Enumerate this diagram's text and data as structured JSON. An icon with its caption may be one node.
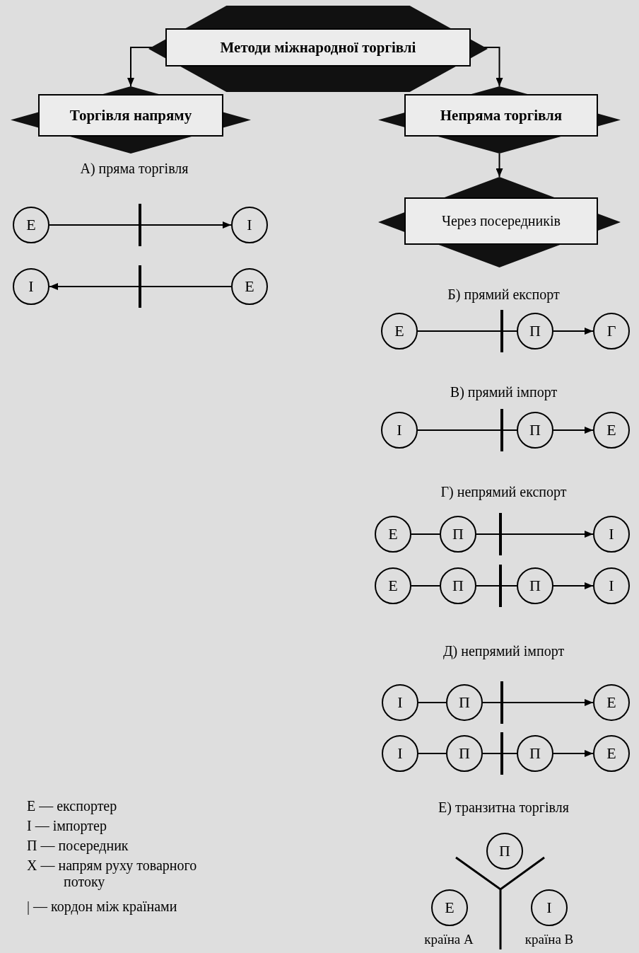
{
  "diagram": {
    "nodes": [
      {
        "text": [
          "Методи міжнародної торгівлі"
        ]
      },
      {
        "text": [
          "Торгівля напряму"
        ]
      },
      {
        "text": [
          "Непряма торгівля"
        ]
      },
      {
        "text": [
          "Через посередників"
        ]
      },
      {
        "text": [
          "Е"
        ]
      },
      {
        "text": [
          "І"
        ]
      },
      {
        "text": [
          "І"
        ]
      },
      {
        "text": [
          "Е"
        ]
      },
      {
        "text": [
          "Е"
        ]
      },
      {
        "text": [
          "П"
        ]
      },
      {
        "text": [
          "Г"
        ]
      },
      {
        "text": [
          "І"
        ]
      },
      {
        "text": [
          "П"
        ]
      },
      {
        "text": [
          "Е"
        ]
      },
      {
        "text": [
          "Е"
        ]
      },
      {
        "text": [
          "П"
        ]
      },
      {
        "text": [
          "І"
        ]
      },
      {
        "text": [
          "Е"
        ]
      },
      {
        "text": [
          "П"
        ]
      },
      {
        "text": [
          "П"
        ]
      },
      {
        "text": [
          "І"
        ]
      },
      {
        "text": [
          "І"
        ]
      },
      {
        "text": [
          "П"
        ]
      },
      {
        "text": [
          "Е"
        ]
      },
      {
        "text": [
          "І"
        ]
      },
      {
        "text": [
          "П"
        ]
      },
      {
        "text": [
          "П"
        ]
      },
      {
        "text": [
          "Е"
        ]
      },
      {
        "text": [
          "П"
        ]
      },
      {
        "text": [
          "Е"
        ]
      },
      {
        "text": [
          "І"
        ]
      }
    ],
    "edges": [
      {
        "from": 0,
        "to": 1,
        "arrow": "to"
      },
      {
        "from": 0,
        "to": 2,
        "arrow": "to"
      },
      {
        "from": 2,
        "to": 3,
        "arrow": "to"
      },
      {
        "from": 4,
        "to": 5,
        "arrow": "to"
      },
      {
        "from": 7,
        "to": 6,
        "arrow": "to"
      },
      {
        "from": 8,
        "to": 9,
        "arrow": "none"
      },
      {
        "from": 9,
        "to": 10,
        "arrow": "to"
      },
      {
        "from": 11,
        "to": 12,
        "arrow": "none"
      },
      {
        "from": 12,
        "to": 13,
        "arrow": "to"
      },
      {
        "from": 14,
        "to": 15,
        "arrow": "none"
      },
      {
        "from": 15,
        "to": 16,
        "arrow": "to"
      },
      {
        "from": 17,
        "to": 18,
        "arrow": "none"
      },
      {
        "from": 18,
        "to": 19,
        "arrow": "none"
      },
      {
        "from": 19,
        "to": 20,
        "arrow": "to"
      },
      {
        "from": 21,
        "to": 22,
        "arrow": "none"
      },
      {
        "from": 22,
        "to": 23,
        "arrow": "to"
      },
      {
        "from": 24,
        "to": 25,
        "arrow": "none"
      },
      {
        "from": 25,
        "to": 26,
        "arrow": "none"
      },
      {
        "from": 26,
        "to": 27,
        "arrow": "to"
      }
    ],
    "labels": [
      "А) пряма торгівля",
      "Б) прямий експорт",
      "В) прямий імпорт",
      "Г) непрямий експорт",
      "Д) непрямий імпорт",
      "Е) транзитна торгівля",
      "країна А",
      "країна В",
      "Е — експортер",
      "І — імпортер",
      "П — посередник",
      "Х — напрям руху товарного потоку",
      "| — кордон між країнами"
    ]
  }
}
